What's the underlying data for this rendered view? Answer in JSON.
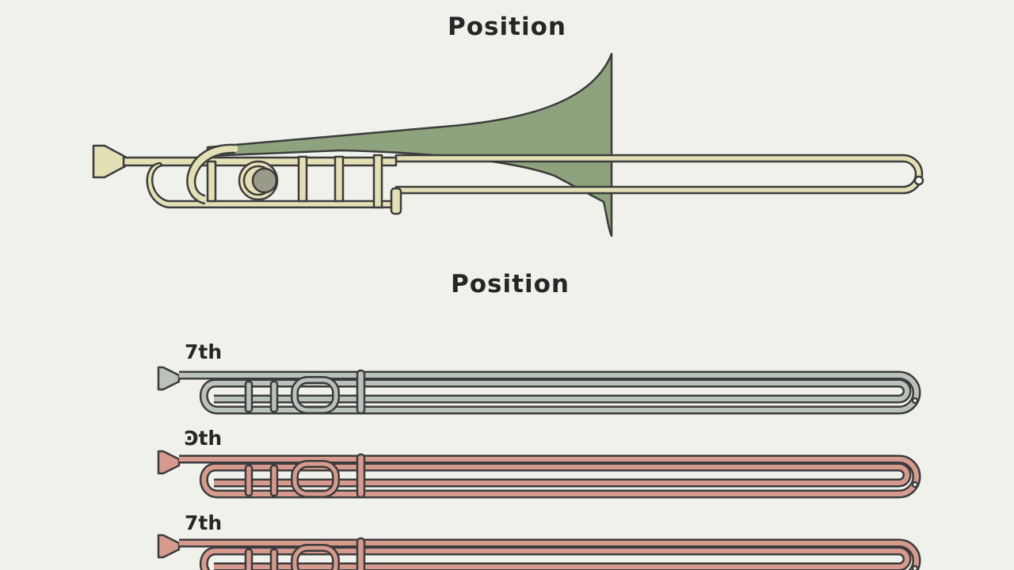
{
  "headings": {
    "top": "Position",
    "middle": "Position"
  },
  "colors": {
    "background": "#f1f1ec",
    "outline": "#3c3c3c",
    "top_brass": "#e4e0b6",
    "top_bell": "#8ea37d",
    "slide_gray": "#b9c2bb",
    "slide_rose": "#d79a8e"
  },
  "positions": [
    {
      "label": "7th",
      "color": "#b9c2bb"
    },
    {
      "label": "Ͽth",
      "color": "#d79a8e"
    },
    {
      "label": "7th",
      "color": "#d79a8e"
    }
  ]
}
